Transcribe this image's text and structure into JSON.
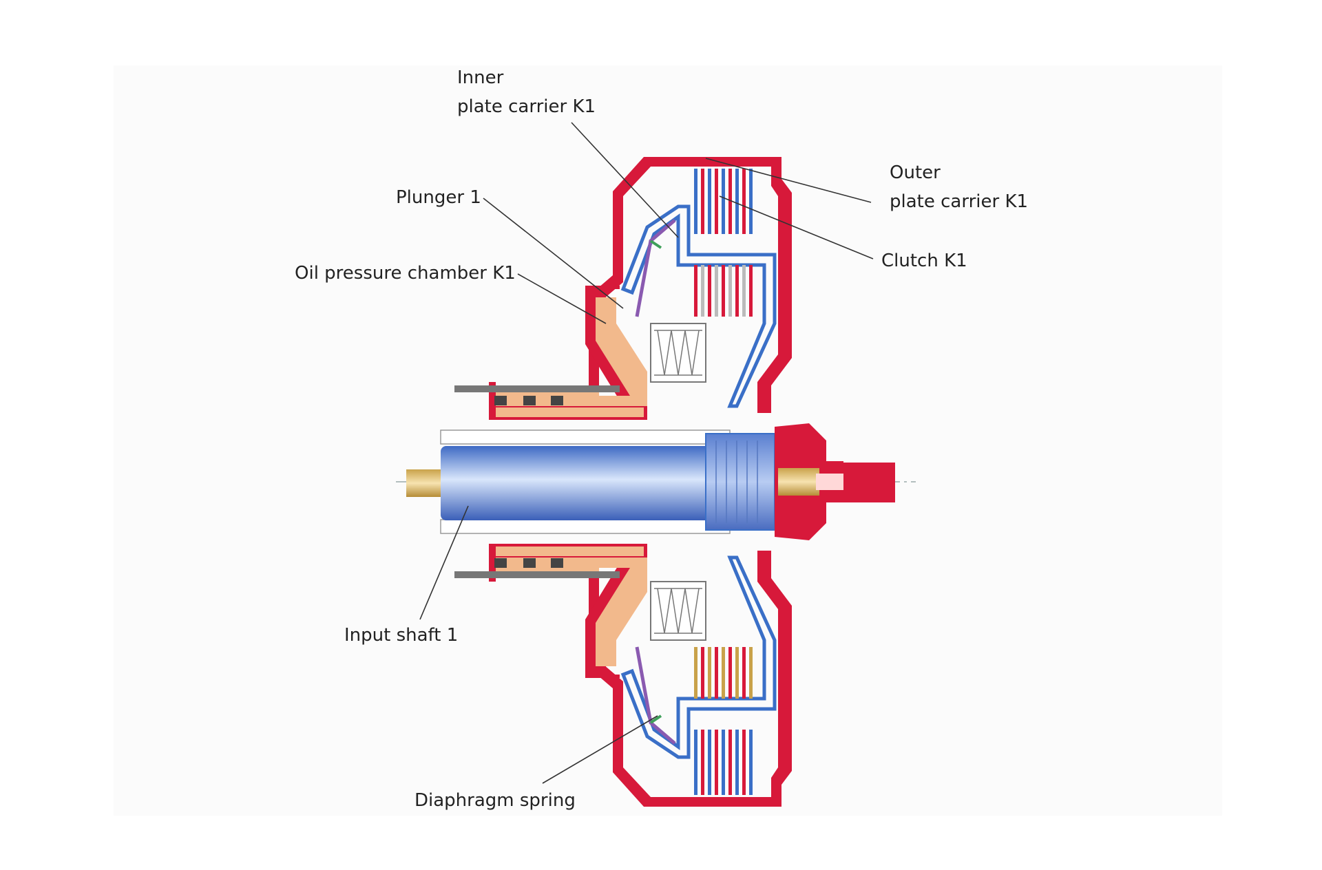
{
  "labels": {
    "inner_plate_carrier_line1": "Inner",
    "inner_plate_carrier_line2": "plate carrier K1",
    "outer_plate_carrier_line1": "Outer",
    "outer_plate_carrier_line2": "plate carrier K1",
    "plunger": "Plunger 1",
    "oil_pressure_chamber": "Oil pressure chamber K1",
    "clutch": "Clutch K1",
    "input_shaft": "Input shaft 1",
    "diaphragm_spring": "Diaphragm spring"
  },
  "colors": {
    "housing_red": "#d7193a",
    "piston_orange": "#f2b98c",
    "shaft_blue": "#6f93d8",
    "plate_blue": "#3a6fc7",
    "plate_gold": "#c9a24a",
    "spring_purple": "#8a5ab0",
    "spring_green": "#3fa05a",
    "seal_gray": "#666666",
    "leader_line": "#333333"
  }
}
